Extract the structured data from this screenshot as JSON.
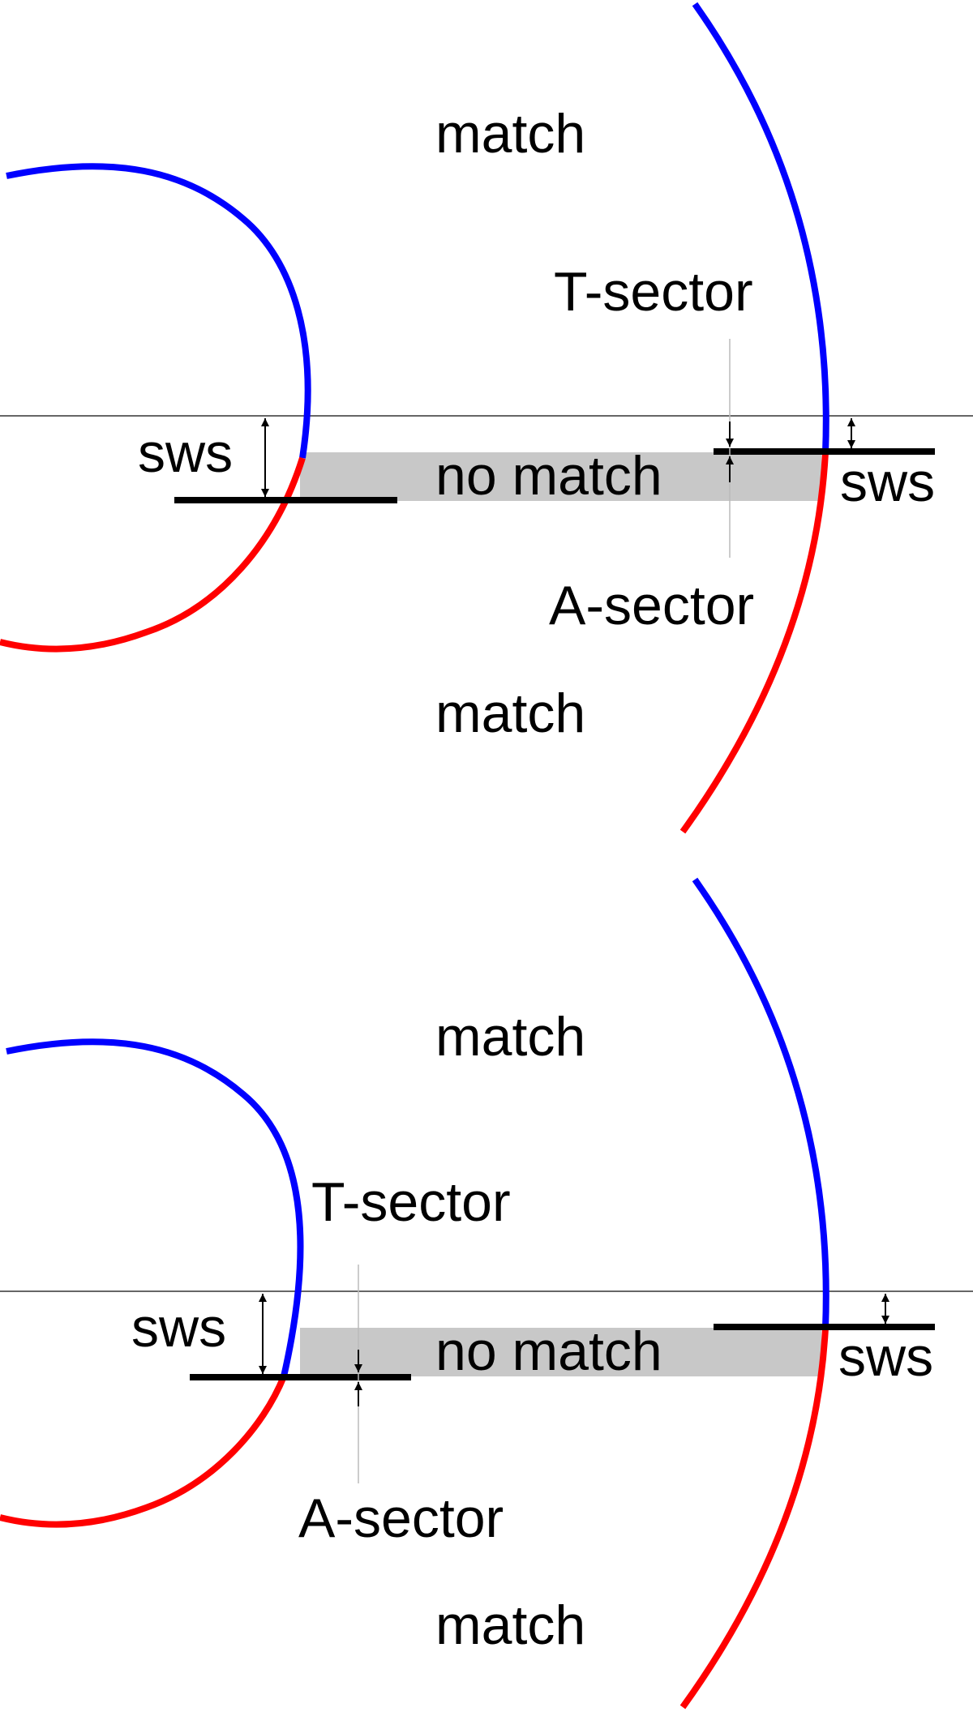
{
  "colors": {
    "upper_arc": "#0000ff",
    "lower_arc": "#ff0000",
    "band": "#c8c8c8",
    "bar": "#000000",
    "axis": "#333333",
    "guide": "#bbbbbb"
  },
  "panels": [
    {
      "match_top": "match",
      "match_bottom": "match",
      "no_match": "no match",
      "t_sector": "T-sector",
      "a_sector": "A-sector",
      "sws_left": "sws",
      "sws_right": "sws"
    },
    {
      "match_top": "match",
      "match_bottom": "match",
      "no_match": "no match",
      "t_sector": "T-sector",
      "a_sector": "A-sector",
      "sws_left": "sws",
      "sws_right": "sws"
    }
  ]
}
